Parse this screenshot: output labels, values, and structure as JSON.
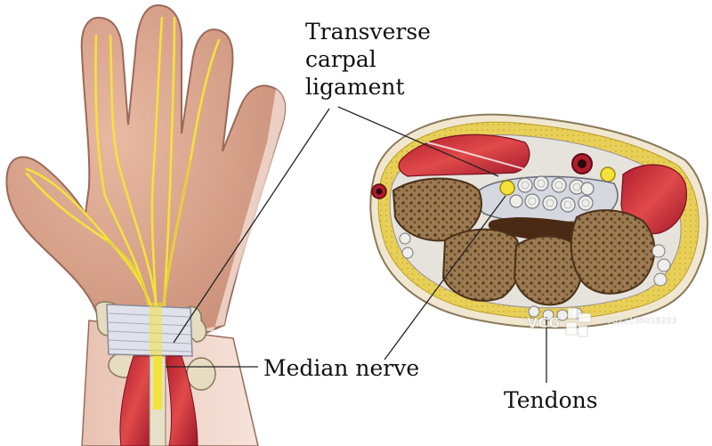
{
  "labels": {
    "ligament_lines": [
      "Transverse",
      "carpal",
      "ligament"
    ],
    "median_nerve": "Median nerve",
    "tendons": "Tendons"
  },
  "watermark": {
    "text": "VCG21136018203"
  },
  "colors": {
    "skin": "#e8b8a0",
    "nerve": "#f2e23a",
    "bone": "#9c7a52",
    "muscle": "#c9283a",
    "fat": "#e8d058",
    "leader": "#222222"
  }
}
